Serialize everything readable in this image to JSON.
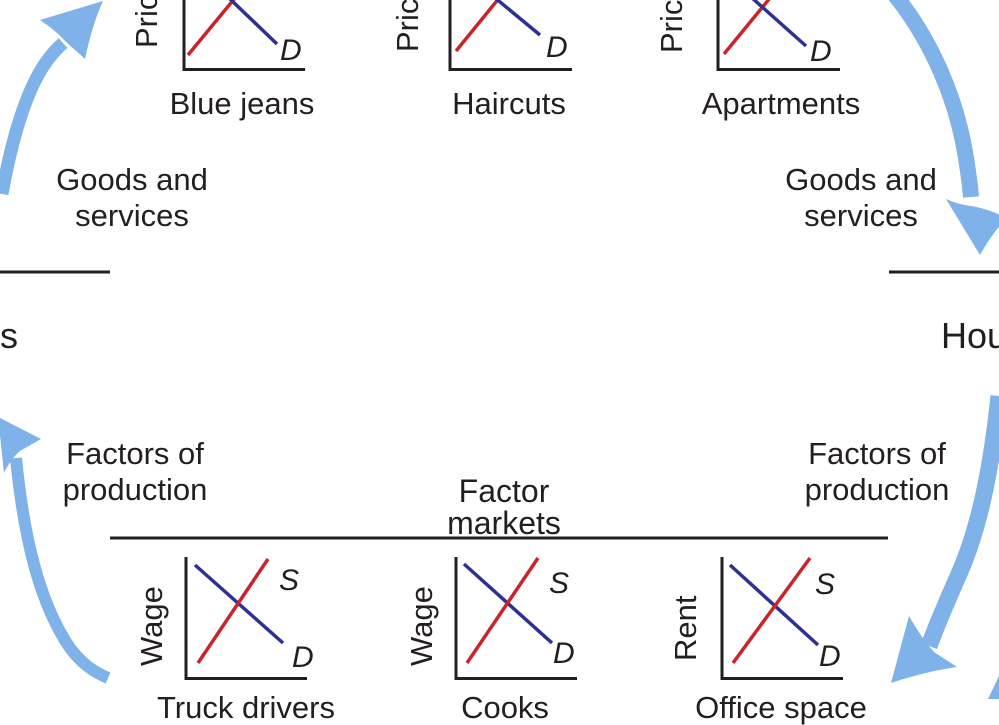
{
  "colors": {
    "ink": "#231f20",
    "arrow": "#7fb2e9",
    "supply": "#c9242c",
    "demand": "#2e3192",
    "bg": "#ffffff"
  },
  "entities": {
    "left_label": "Firms",
    "right_label": "Households"
  },
  "flow_labels": {
    "goods_left": "Goods and services",
    "goods_right": "Goods and services",
    "factors_left": "Factors of production",
    "factors_right": "Factors of production"
  },
  "goods_markets": {
    "charts": [
      {
        "y_axis": "Price",
        "market": "Blue jeans",
        "demand_label": "D"
      },
      {
        "y_axis": "Price",
        "market": "Haircuts",
        "demand_label": "D"
      },
      {
        "y_axis": "Price",
        "market": "Apartments",
        "demand_label": "D"
      }
    ]
  },
  "factor_markets": {
    "title": "Factor markets",
    "charts": [
      {
        "y_axis": "Wage",
        "market": "Truck drivers",
        "supply_label": "S",
        "demand_label": "D"
      },
      {
        "y_axis": "Wage",
        "market": "Cooks",
        "supply_label": "S",
        "demand_label": "D"
      },
      {
        "y_axis": "Rent",
        "market": "Office space",
        "supply_label": "S",
        "demand_label": "D"
      }
    ]
  }
}
